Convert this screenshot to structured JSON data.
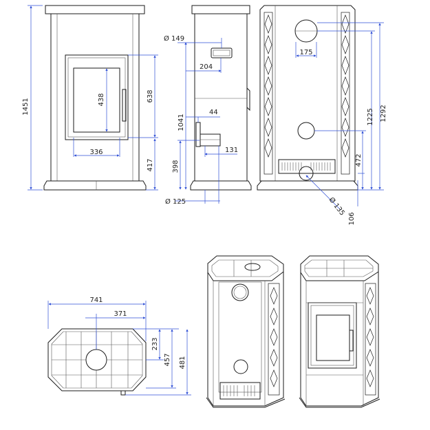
{
  "colors": {
    "dimension": "#2f4fd6",
    "line": "#1a1a1a",
    "background": "#ffffff"
  },
  "front_view": {
    "dims": {
      "height_total": "1451",
      "firebox_height": "438",
      "door_top": "638",
      "door_bottom": "417",
      "firebox_width": "336"
    }
  },
  "side_view": {
    "dims": {
      "top_outlet_diameter": "Ø 149",
      "top_outlet_offset": "204",
      "bracket": "44",
      "side_outlet_height": "1041",
      "air_inlet_height": "398",
      "air_inlet_offset": "131",
      "air_inlet_diameter": "Ø 125"
    }
  },
  "back_view": {
    "dims": {
      "outlet_spacing": "175",
      "upper_outlet_height": "1292",
      "lower_outlet_height": "1225",
      "rear_inlet_height": "472",
      "rear_inlet_diameter": "Ø 135",
      "base_offset": "106"
    }
  },
  "top_view": {
    "dims": {
      "total_width": "741",
      "center_offset": "371",
      "center_depth": "233",
      "depth_inner": "457",
      "depth_total": "481"
    }
  }
}
